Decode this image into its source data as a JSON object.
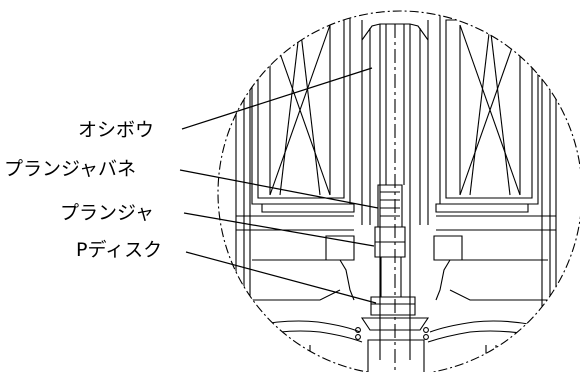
{
  "labels": [
    {
      "id": "oshibou",
      "text": "オシボウ"
    },
    {
      "id": "plunger_spring",
      "text": "プランジャバネ"
    },
    {
      "id": "plunger",
      "text": "プランジャ"
    },
    {
      "id": "p_disk",
      "text": "Pディスク"
    }
  ],
  "colors": {
    "line": "#000000",
    "background": "#ffffff"
  }
}
